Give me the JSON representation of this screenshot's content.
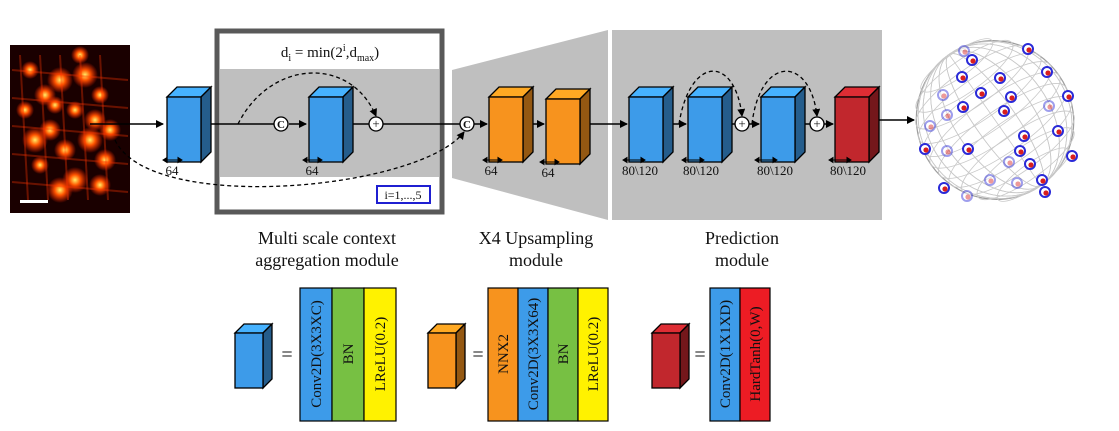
{
  "context_module": {
    "formula": "d",
    "formula_sub": "i",
    "formula_rest": " = min(2",
    "formula_sup": "i",
    "formula_mid": ",d",
    "formula_sub2": "max",
    "formula_end": ")",
    "iteration": "i=1,...,5",
    "dim_in": "64",
    "dim_inner": "64",
    "caption_line1": "Multi scale context",
    "caption_line2": "aggregation module"
  },
  "upsampling_module": {
    "dim_1": "64",
    "dim_2": "64",
    "caption_line1": "X4 Upsampling",
    "caption_line2": "module"
  },
  "prediction_module": {
    "dim_1": "80\\120",
    "dim_2": "80\\120",
    "dim_3": "80\\120",
    "dim_4": "80\\120",
    "caption_line1": "Prediction",
    "caption_line2": "module"
  },
  "ops": {
    "concat": "C",
    "add": "+"
  },
  "legend": {
    "equals": "=",
    "blue_block": [
      "Conv2D(3X3XC)",
      "BN",
      "LReLU(0.2)"
    ],
    "orange_block": [
      "NNX2",
      "Conv2D(3X3X64)",
      "BN",
      "LReLU(0.2)"
    ],
    "red_block": [
      "Conv2D(1X1XD)",
      "HardTanh(0,W)"
    ]
  },
  "colors": {
    "blue": "#3d9be9",
    "orange": "#f7931e",
    "red": "#c1272d",
    "green": "#77c043",
    "yellow": "#fff200",
    "red_bright": "#ed1c24",
    "gray_panel": "#bfbfbf",
    "frame": "#595959",
    "iteration_box": "#1f1fd1"
  }
}
